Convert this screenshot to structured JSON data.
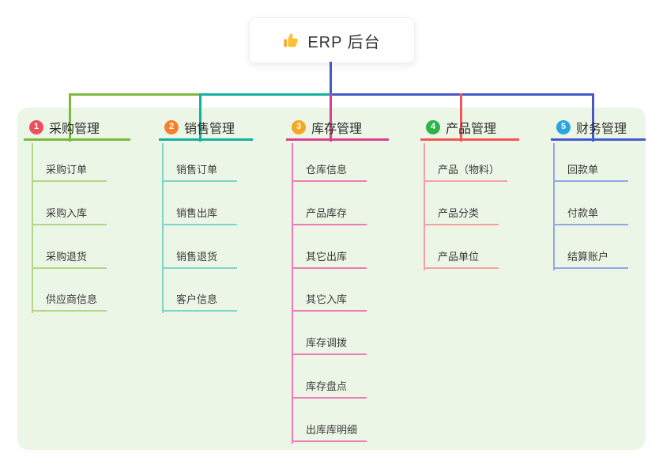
{
  "root": {
    "label": "ERP 后台",
    "icon": "thumbs-up"
  },
  "colors": {
    "root_connector": "#4659c9",
    "panel_bg": "#ecf6e6"
  },
  "branches": [
    {
      "number": "1",
      "label": "采购管理",
      "badge_color": "#ef4e5f",
      "line_color": "#7cb93e",
      "child_line_color": "#b3d788",
      "children": [
        "采购订单",
        "采购入库",
        "采购退货",
        "供应商信息"
      ]
    },
    {
      "number": "2",
      "label": "销售管理",
      "badge_color": "#f57f2c",
      "line_color": "#14b0a0",
      "child_line_color": "#7fd5c6",
      "children": [
        "销售订单",
        "销售出库",
        "销售退货",
        "客户信息"
      ]
    },
    {
      "number": "3",
      "label": "库存管理",
      "badge_color": "#f6a623",
      "line_color": "#d8418f",
      "child_line_color": "#f07ab5",
      "children": [
        "仓库信息",
        "产品库存",
        "其它出库",
        "其它入库",
        "库存调拨",
        "库存盘点",
        "出库库明细"
      ]
    },
    {
      "number": "4",
      "label": "产品管理",
      "badge_color": "#2eb34a",
      "line_color": "#f2555a",
      "child_line_color": "#f7a0a2",
      "children": [
        "产品（物料）",
        "产品分类",
        "产品单位"
      ]
    },
    {
      "number": "5",
      "label": "财务管理",
      "badge_color": "#29a6de",
      "line_color": "#4659c9",
      "child_line_color": "#92a7e4",
      "children": [
        "回款单",
        "付款单",
        "结算账户"
      ]
    }
  ]
}
